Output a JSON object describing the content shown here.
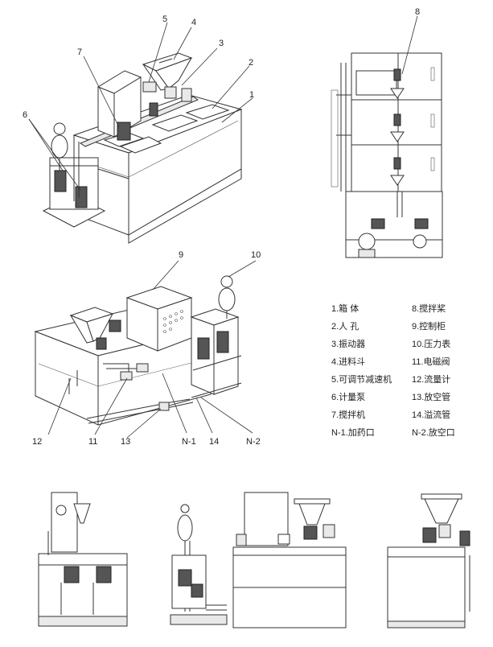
{
  "callouts": {
    "c1": "1",
    "c2": "2",
    "c3": "3",
    "c4": "4",
    "c5": "5",
    "c6": "6",
    "c7": "7",
    "c8": "8",
    "c9": "9",
    "c10": "10",
    "c11": "11",
    "c12": "12",
    "c13": "13",
    "c14": "14",
    "n1": "N-1",
    "n2": "N-2"
  },
  "legend": {
    "left": [
      "1.箱 体",
      "2.人 孔",
      "3.振动器",
      "4.进料斗",
      "5.可调节减速机",
      "6.计量泵",
      "7.搅拌机",
      "N-1.加药口"
    ],
    "right": [
      "8.搅拌桨",
      "9.控制柜",
      "10.压力表",
      "11.电磁阀",
      "12.流量计",
      "13.放空管",
      "14.溢流管",
      "N-2.放空口"
    ]
  }
}
